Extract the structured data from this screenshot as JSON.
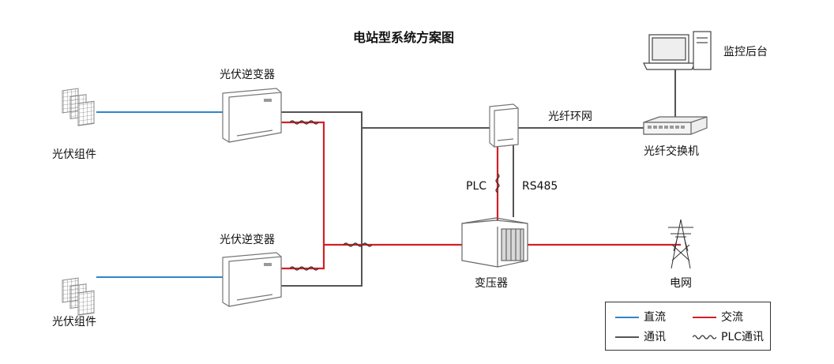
{
  "title": "电站型系统方案图",
  "nodes": {
    "pv_array_top": "光伏组件",
    "pv_array_bottom": "光伏组件",
    "inverter_top": "光伏逆变器",
    "inverter_bottom": "光伏逆变器",
    "transformer": "变压器",
    "grid": "电网",
    "fiber_switch": "光纤交换机",
    "monitor": "监控后台"
  },
  "links": {
    "fiber_ring": "光纤环网",
    "plc": "PLC",
    "rs485": "RS485"
  },
  "legend": {
    "dc": "直流",
    "ac": "交流",
    "comm": "通讯",
    "plc_comm": "PLC通讯"
  },
  "colors": {
    "dc": "#2f86c8",
    "ac": "#d32027",
    "comm": "#555555",
    "device_stroke": "#777777"
  }
}
